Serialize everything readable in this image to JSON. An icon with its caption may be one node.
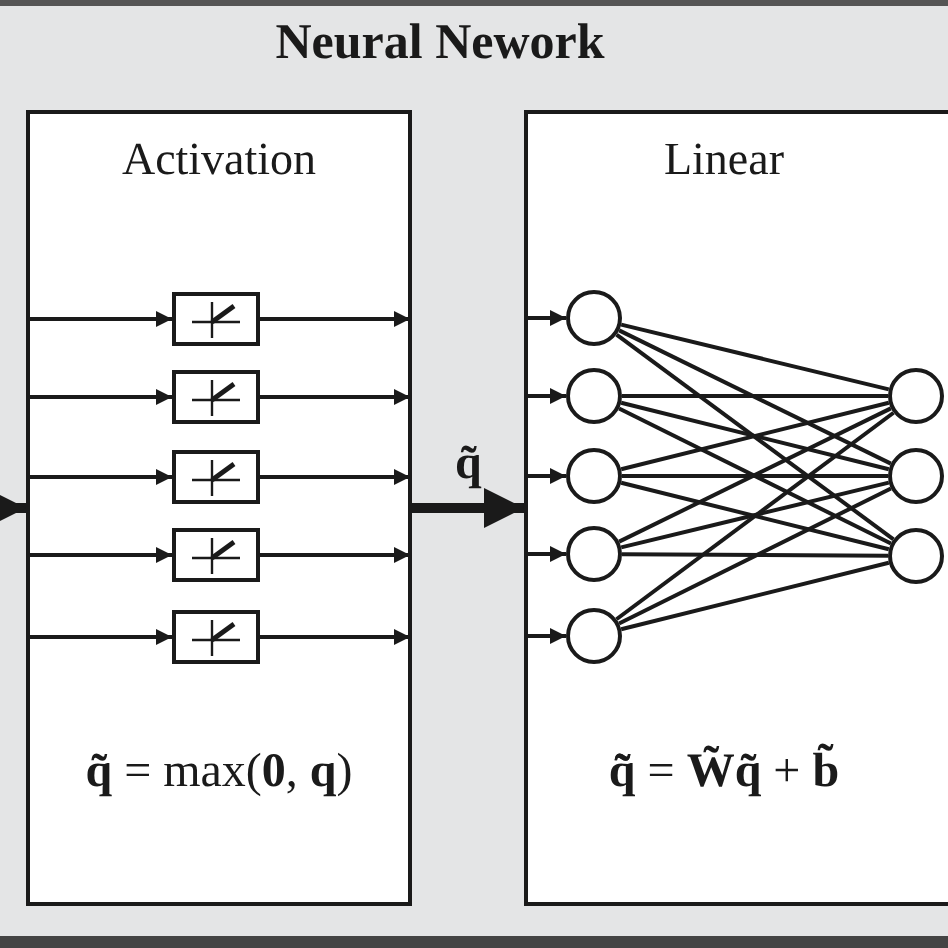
{
  "diagram": {
    "title": "Neural Nework",
    "nodes": [
      {
        "text": [
          "Activation",
          "**q̃** = max(**0**, **q**)"
        ]
      },
      {
        "text": [
          "Linear",
          "**q̃̃** = **W̃q̃** + **b̃**"
        ]
      },
      {
        "text": [],
        "shape": "box",
        "in": 0
      },
      {
        "text": [],
        "shape": "box",
        "in": 0
      },
      {
        "text": [],
        "shape": "box",
        "in": 0
      },
      {
        "text": [],
        "shape": "box",
        "in": 0
      },
      {
        "text": [],
        "shape": "box",
        "in": 0
      },
      {
        "text": [],
        "shape": "circle",
        "in": 1
      },
      {
        "text": [],
        "shape": "circle",
        "in": 1
      },
      {
        "text": [],
        "shape": "circle",
        "in": 1
      },
      {
        "text": [],
        "shape": "circle",
        "in": 1
      },
      {
        "text": [],
        "shape": "circle",
        "in": 1
      },
      {
        "text": [],
        "shape": "circle",
        "in": 1
      },
      {
        "text": [],
        "shape": "circle",
        "in": 1
      },
      {
        "text": [],
        "shape": "circle",
        "in": 1
      }
    ],
    "edges": [
      {
        "from": null,
        "to": 0,
        "arrow": "to",
        "style": "thick"
      },
      {
        "from": 0,
        "to": 1,
        "arrow": "to",
        "style": "thick",
        "label": "q̃"
      },
      {
        "from": null,
        "to": 2,
        "arrow": "to"
      },
      {
        "from": null,
        "to": 3,
        "arrow": "to"
      },
      {
        "from": null,
        "to": 4,
        "arrow": "to"
      },
      {
        "from": null,
        "to": 5,
        "arrow": "to"
      },
      {
        "from": null,
        "to": 6,
        "arrow": "to"
      },
      {
        "from": 2,
        "to": null,
        "arrow": "to"
      },
      {
        "from": 3,
        "to": null,
        "arrow": "to"
      },
      {
        "from": 4,
        "to": null,
        "arrow": "to"
      },
      {
        "from": 5,
        "to": null,
        "arrow": "to"
      },
      {
        "from": 6,
        "to": null,
        "arrow": "to"
      },
      {
        "from": null,
        "to": 7,
        "arrow": "to"
      },
      {
        "from": null,
        "to": 8,
        "arrow": "to"
      },
      {
        "from": null,
        "to": 9,
        "arrow": "to"
      },
      {
        "from": null,
        "to": 10,
        "arrow": "to"
      },
      {
        "from": null,
        "to": 11,
        "arrow": "to"
      },
      {
        "from": 7,
        "to": 12,
        "arrow": "none"
      },
      {
        "from": 7,
        "to": 13,
        "arrow": "none"
      },
      {
        "from": 7,
        "to": 14,
        "arrow": "none"
      },
      {
        "from": 8,
        "to": 12,
        "arrow": "none"
      },
      {
        "from": 8,
        "to": 13,
        "arrow": "none"
      },
      {
        "from": 8,
        "to": 14,
        "arrow": "none"
      },
      {
        "from": 9,
        "to": 12,
        "arrow": "none"
      },
      {
        "from": 9,
        "to": 13,
        "arrow": "none"
      },
      {
        "from": 9,
        "to": 14,
        "arrow": "none"
      },
      {
        "from": 10,
        "to": 12,
        "arrow": "none"
      },
      {
        "from": 10,
        "to": 13,
        "arrow": "none"
      },
      {
        "from": 10,
        "to": 14,
        "arrow": "none"
      },
      {
        "from": 11,
        "to": 12,
        "arrow": "none"
      },
      {
        "from": 11,
        "to": 13,
        "arrow": "none"
      },
      {
        "from": 11,
        "to": 14,
        "arrow": "none"
      }
    ]
  }
}
